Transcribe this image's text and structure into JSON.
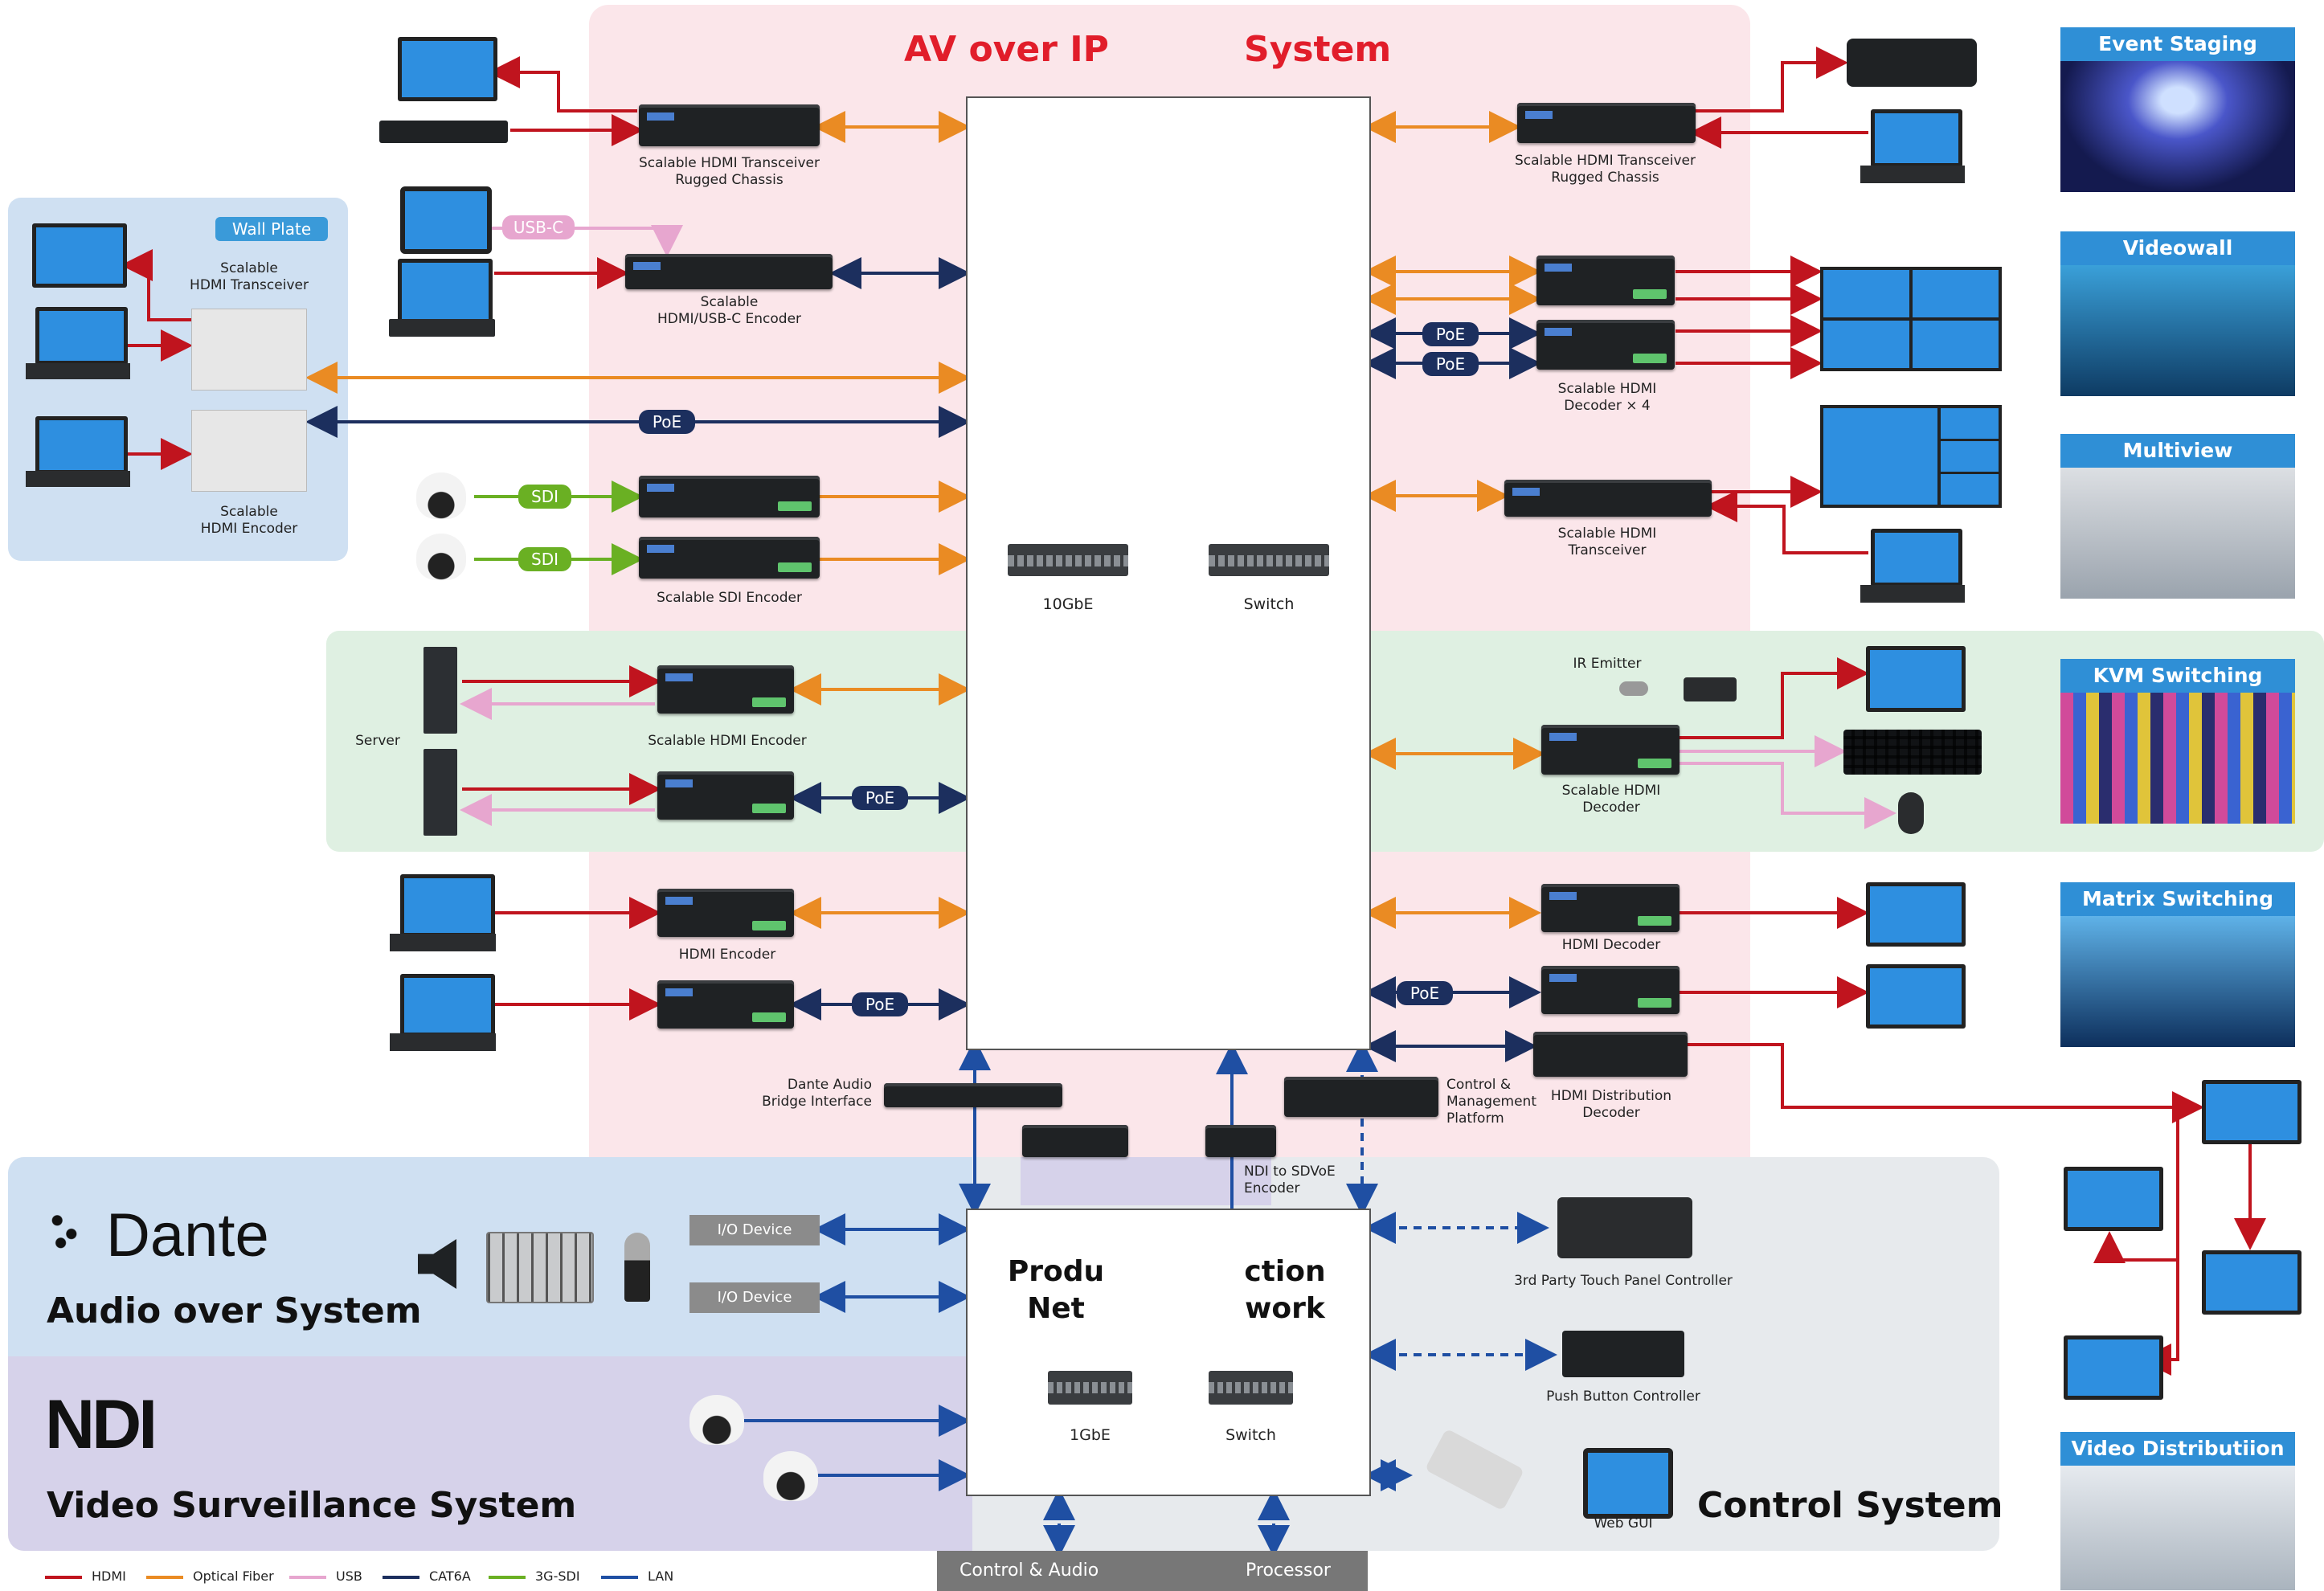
{
  "titles": {
    "main_left": "AV over IP",
    "main_right": "System",
    "production_line1_left": "Produ",
    "production_line1_right": "ction",
    "production_line2_left": "Net",
    "production_line2_right": "work",
    "dante_logo": "Dante",
    "audio_system": "Audio over System",
    "ndi_logo": "NDI",
    "video_surveillance": "Video Surveillance System",
    "control_system": "Control System"
  },
  "switches": {
    "upper_speed": "10GbE",
    "upper_switch": "Switch",
    "lower_speed": "1GbE",
    "lower_switch": "Switch"
  },
  "wall_plate": {
    "badge": "Wall Plate",
    "transceiver": "Scalable\nHDMI Transceiver",
    "encoder": "Scalable\nHDMI Encoder"
  },
  "labels": {
    "transceiver_rugged_left": "Scalable HDMI Transceiver\nRugged Chassis",
    "transceiver_rugged_right": "Scalable HDMI Transceiver\nRugged Chassis",
    "usbc_encoder": "Scalable\nHDMI/USB-C Encoder",
    "sdi_encoder": "Scalable SDI Encoder",
    "hdmi_decoder_x4": "Scalable HDMI\nDecoder × 4",
    "hdmi_transceiver": "Scalable HDMI\nTransceiver",
    "server": "Server",
    "hdmi_encoder_kvm": "Scalable HDMI Encoder",
    "ir_emitter": "IR Emitter",
    "hdmi_decoder_kvm": "Scalable HDMI\nDecoder",
    "hdmi_encoder": "HDMI Encoder",
    "hdmi_decoder": "HDMI Decoder",
    "dante_bridge": "Dante Audio\nBridge Interface",
    "control_platform": "Control &\nManagement\nPlatform",
    "distribution_decoder": "HDMI Distribution\nDecoder",
    "ndi_encoder": "NDI to SDVoE\nEncoder",
    "touch_panel": "3rd Party Touch Panel Controller",
    "push_button": "Push Button Controller",
    "web_gui": "Web GUI"
  },
  "pills": {
    "usbc": "USB-C",
    "poe": "PoE",
    "sdi": "SDI"
  },
  "io_devices": [
    "I/O Device",
    "I/O Device"
  ],
  "bottom_tabs": {
    "left": "Control & Audio",
    "right": "Processor"
  },
  "applications": [
    {
      "title": "Event Staging",
      "color_a": "#1b2a6e",
      "color_b": "#6d4ad1"
    },
    {
      "title": "Videowall",
      "color_a": "#0e3b63",
      "color_b": "#3aa0d9"
    },
    {
      "title": "Multiview",
      "color_a": "#dcdfe3",
      "color_b": "#9aa3ad"
    },
    {
      "title": "KVM Switching",
      "color_a": "#2a2d6e",
      "color_b": "#d14a9a"
    },
    {
      "title": "Matrix Switching",
      "color_a": "#0d2f5c",
      "color_b": "#5fb2e8"
    },
    {
      "title": "Video Distributiion",
      "color_a": "#e6eaef",
      "color_b": "#aab4be"
    }
  ],
  "legend": [
    {
      "label": "HDMI",
      "color": "#c0141e"
    },
    {
      "label": "Optical Fiber",
      "color": "#ea8b23"
    },
    {
      "label": "USB",
      "color": "#e7a6cf"
    },
    {
      "label": "CAT6A",
      "color": "#1c2f5e"
    },
    {
      "label": "3G-SDI",
      "color": "#6ab023"
    },
    {
      "label": "LAN",
      "color": "#1f4fa3"
    }
  ],
  "colors": {
    "hdmi": "#c0141e",
    "fiber": "#ea8b23",
    "usb": "#e7a6cf",
    "cat6a": "#1c2f5e",
    "sdi": "#6ab023",
    "lan": "#1f4fa3",
    "pink_region": "#fce8ec",
    "blue_region": "#cfe0f2",
    "green_region": "#dff0e2",
    "purple_region": "#d7d3ea",
    "grey_region": "#e8eaec"
  }
}
